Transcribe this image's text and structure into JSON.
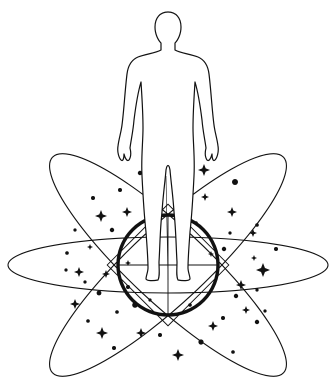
{
  "illustration": {
    "subject": "human-figure-standing-on-orbits",
    "ink_color": "#111111",
    "background_color": "#ffffff",
    "elements": [
      "human-silhouette",
      "central-ring",
      "inner-square",
      "orbit-ellipses",
      "stars",
      "dots"
    ]
  }
}
